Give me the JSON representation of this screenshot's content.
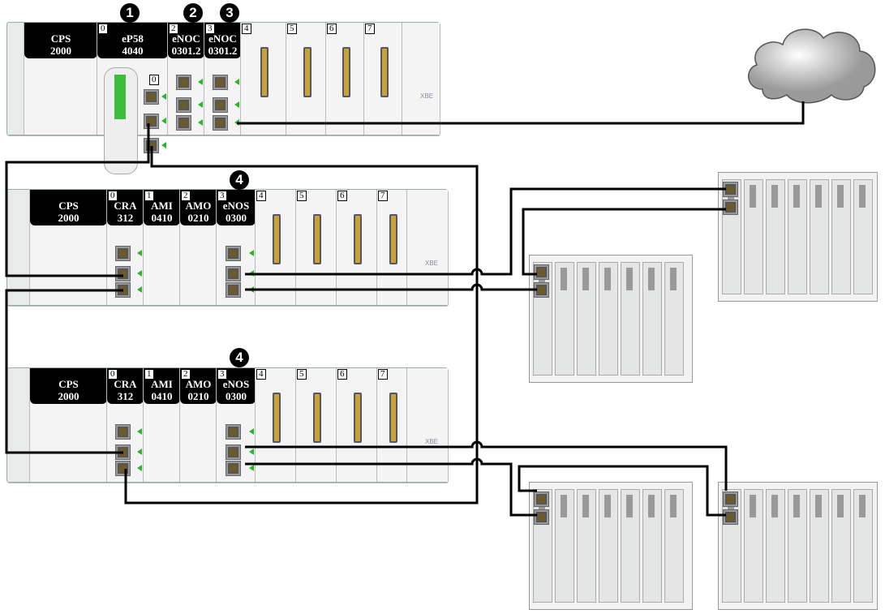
{
  "callouts": [
    "1",
    "2",
    "3",
    "4",
    "4"
  ],
  "racks": [
    {
      "name": "main-rack",
      "modules": [
        {
          "slot": "",
          "l1": "CPS",
          "l2": "2000"
        },
        {
          "slot": "0",
          "l1": "eP58",
          "l2": "4040"
        },
        {
          "slot": "2",
          "l1": "eNOC",
          "l2": "0301.2"
        },
        {
          "slot": "3",
          "l1": "eNOC",
          "l2": "0301.2"
        },
        {
          "slot": "4",
          "l1": "",
          "l2": ""
        },
        {
          "slot": "5",
          "l1": "",
          "l2": ""
        },
        {
          "slot": "6",
          "l1": "",
          "l2": ""
        },
        {
          "slot": "7",
          "l1": "",
          "l2": ""
        }
      ],
      "cpu_port_label": "0",
      "end_label": "XBE"
    },
    {
      "name": "drop-rack-1",
      "modules": [
        {
          "slot": "",
          "l1": "CPS",
          "l2": "2000"
        },
        {
          "slot": "0",
          "l1": "CRA",
          "l2": "312"
        },
        {
          "slot": "1",
          "l1": "AMI",
          "l2": "0410"
        },
        {
          "slot": "2",
          "l1": "AMO",
          "l2": "0210"
        },
        {
          "slot": "3",
          "l1": "eNOS",
          "l2": "0300"
        },
        {
          "slot": "4",
          "l1": "",
          "l2": ""
        },
        {
          "slot": "5",
          "l1": "",
          "l2": ""
        },
        {
          "slot": "6",
          "l1": "",
          "l2": ""
        },
        {
          "slot": "7",
          "l1": "",
          "l2": ""
        }
      ],
      "end_label": "XBE"
    },
    {
      "name": "drop-rack-2",
      "modules": [
        {
          "slot": "",
          "l1": "CPS",
          "l2": "2000"
        },
        {
          "slot": "0",
          "l1": "CRA",
          "l2": "312"
        },
        {
          "slot": "1",
          "l1": "AMI",
          "l2": "0410"
        },
        {
          "slot": "2",
          "l1": "AMO",
          "l2": "0210"
        },
        {
          "slot": "3",
          "l1": "eNOS",
          "l2": "0300"
        },
        {
          "slot": "4",
          "l1": "",
          "l2": ""
        },
        {
          "slot": "5",
          "l1": "",
          "l2": ""
        },
        {
          "slot": "6",
          "l1": "",
          "l2": ""
        },
        {
          "slot": "7",
          "l1": "",
          "l2": ""
        }
      ],
      "end_label": "XBE"
    }
  ],
  "colors": {
    "cable": "#000000",
    "label_bg": "#000000",
    "link_arrow": "#2cb52c",
    "accent_yellow": "#f0e020"
  }
}
